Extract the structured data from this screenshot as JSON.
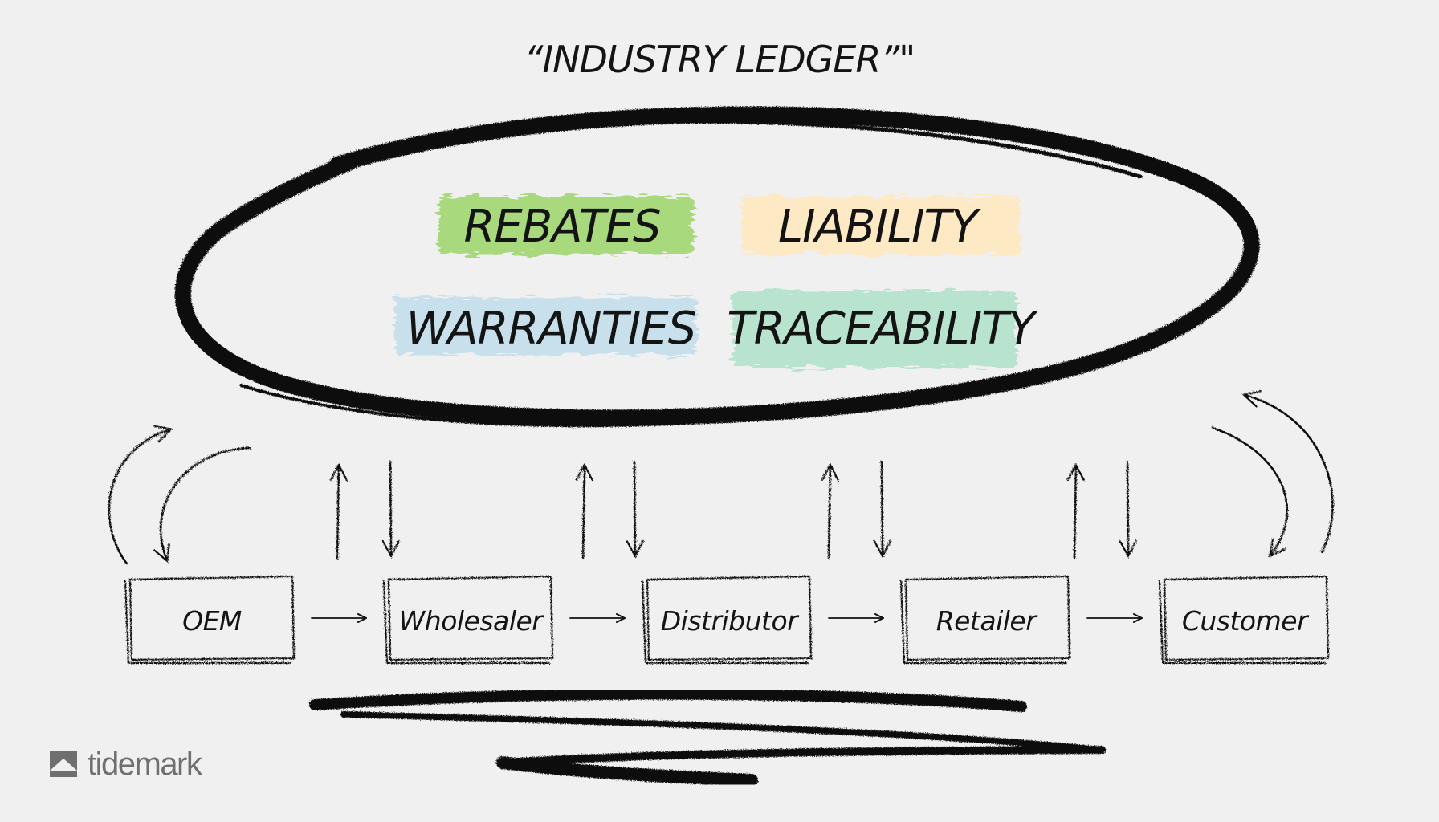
{
  "title": "“INDUSTRY LEDGER”\"",
  "ledger_items": [
    {
      "label": "REBATES",
      "color": "#a9d97d"
    },
    {
      "label": "LIABILITY",
      "color": "#fde9c4"
    },
    {
      "label": "WARRANTIES",
      "color": "#c8e0ec"
    },
    {
      "label": "TRACEABILITY",
      "color": "#b8e3cf"
    }
  ],
  "supply_chain": [
    "OEM",
    "Wholesaler",
    "Distributor",
    "Retailer",
    "Customer"
  ],
  "brand": {
    "name": "tidemark",
    "color": "#6f6f6f"
  },
  "colors": {
    "background": "#f0f0f0",
    "ink": "#111111"
  }
}
